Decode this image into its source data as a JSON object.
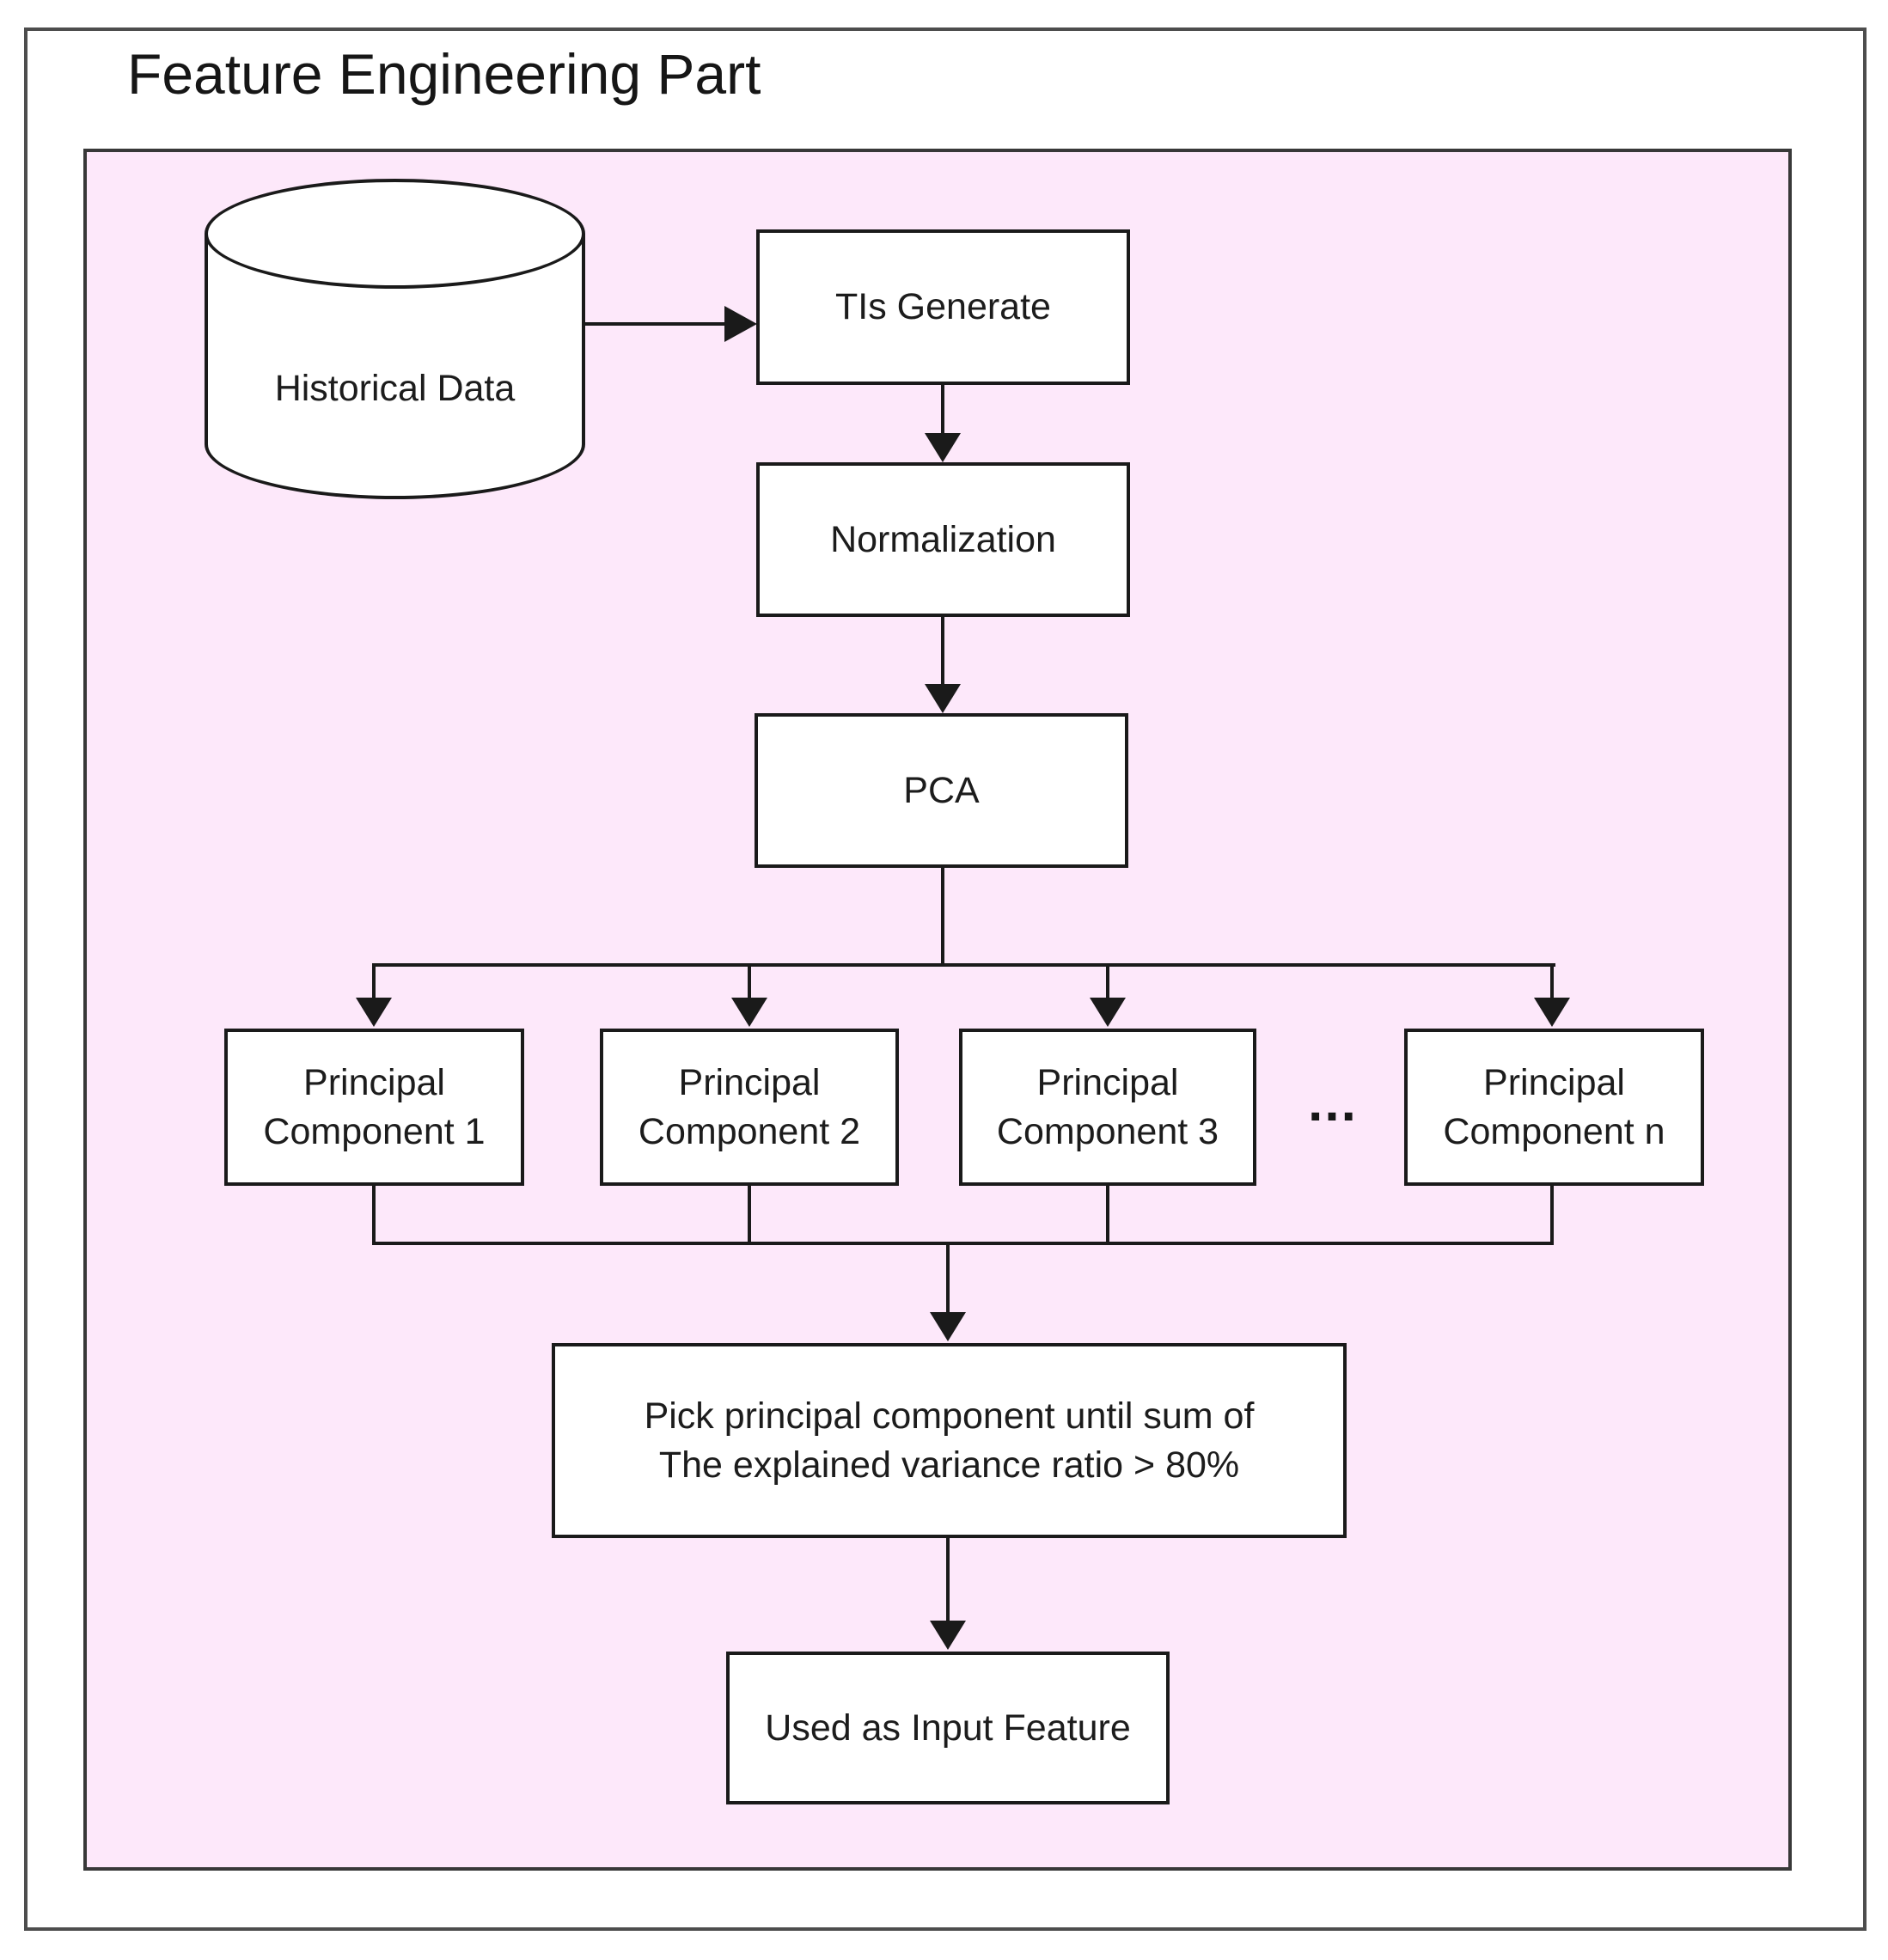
{
  "title": "Feature Engineering Part",
  "nodes": {
    "historical_data": {
      "label": "Historical Data",
      "shape": "cylinder"
    },
    "tis_generate": {
      "label": "TIs Generate"
    },
    "normalization": {
      "label": "Normalization"
    },
    "pca": {
      "label": "PCA"
    },
    "pc1": {
      "label": "Principal Component 1"
    },
    "pc2": {
      "label": "Principal Component 2"
    },
    "pc3": {
      "label": "Principal Component 3"
    },
    "ellipsis": {
      "label": "..."
    },
    "pcn": {
      "label": "Principal Component n"
    },
    "pick_rule": {
      "line1": "Pick principal component until sum of",
      "line2": "The explained variance ratio > 80%"
    },
    "input_feature": {
      "label": "Used as Input Feature"
    }
  },
  "colors": {
    "panel_bg": "#fde8fa",
    "node_bg": "#ffffff",
    "stroke": "#1a1a1a",
    "frame_stroke": "#4d4d4d"
  }
}
